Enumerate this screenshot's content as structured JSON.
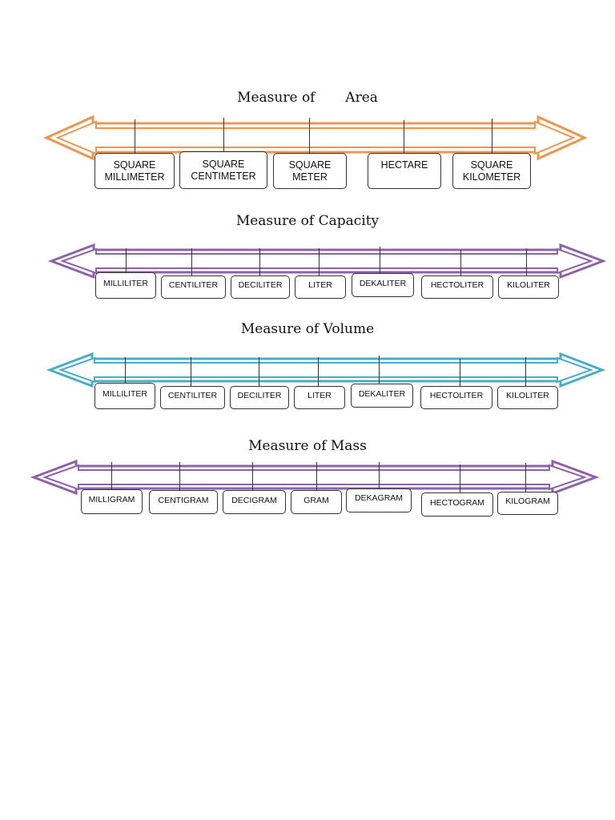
{
  "sections": [
    {
      "title": "Measure of       Area",
      "color": "#f0954b",
      "units": [
        "SQUARE\nMILLIMETER",
        "SQUARE\nCENTIMETER",
        "SQUARE\nMETER",
        "HECTARE",
        "SQUARE\nKILOMETER"
      ]
    },
    {
      "title": "Measure of Capacity",
      "color": "#8e62a8",
      "units": [
        "MILLILITER",
        "CENTILITER",
        "DECILITER",
        "LITER",
        "DEKALITER",
        "HECTOLITER",
        "KILOLITER"
      ]
    },
    {
      "title": "Measure of Volume",
      "color": "#48aec7",
      "units": [
        "MILLILITER",
        "CENTILITER",
        "DECILITER",
        "LITER",
        "DEKALITER",
        "HECTOLITER",
        "KILOLITER"
      ]
    },
    {
      "title": "Measure of Mass",
      "color": "#8e62a8",
      "units": [
        "MILLIGRAM",
        "CENTIGRAM",
        "DECIGRAM",
        "GRAM",
        "DEKAGRAM",
        "HECTOGRAM",
        "KILOGRAM"
      ]
    }
  ]
}
